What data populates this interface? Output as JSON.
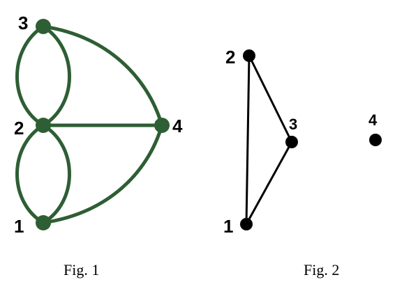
{
  "colors": {
    "fig1_stroke": "#2e5e34",
    "fig1_node": "#2e5e34",
    "fig2_stroke": "#000000",
    "fig2_node": "#000000",
    "label": "#000000"
  },
  "fig1": {
    "caption": "Fig. 1",
    "vertices": [
      {
        "id": "1",
        "label": "1"
      },
      {
        "id": "2",
        "label": "2"
      },
      {
        "id": "3",
        "label": "3"
      },
      {
        "id": "4",
        "label": "4"
      }
    ],
    "edges": [
      {
        "from": "3",
        "to": "2",
        "count": 2
      },
      {
        "from": "2",
        "to": "1",
        "count": 2
      },
      {
        "from": "3",
        "to": "4",
        "count": 1
      },
      {
        "from": "2",
        "to": "4",
        "count": 1
      },
      {
        "from": "1",
        "to": "4",
        "count": 1
      }
    ]
  },
  "fig2": {
    "caption": "Fig. 2",
    "vertices": [
      {
        "id": "1",
        "label": "1"
      },
      {
        "id": "2",
        "label": "2"
      },
      {
        "id": "3",
        "label": "3"
      },
      {
        "id": "4",
        "label": "4"
      }
    ],
    "edges": [
      {
        "from": "1",
        "to": "2"
      },
      {
        "from": "2",
        "to": "3"
      },
      {
        "from": "3",
        "to": "1"
      }
    ]
  }
}
